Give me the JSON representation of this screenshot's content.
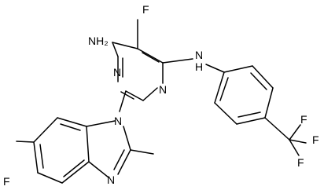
{
  "molecule": {
    "atom_labels": {
      "f_top": "F",
      "nh2": "NH₂",
      "nh_link": "N\nH",
      "n_ring_upper": "N",
      "n_ring_lower": "N",
      "n_benz_1": "N",
      "n_benz_3": "N",
      "f_benz": "F",
      "f1": "F",
      "f2": "F",
      "f3": "F"
    }
  }
}
